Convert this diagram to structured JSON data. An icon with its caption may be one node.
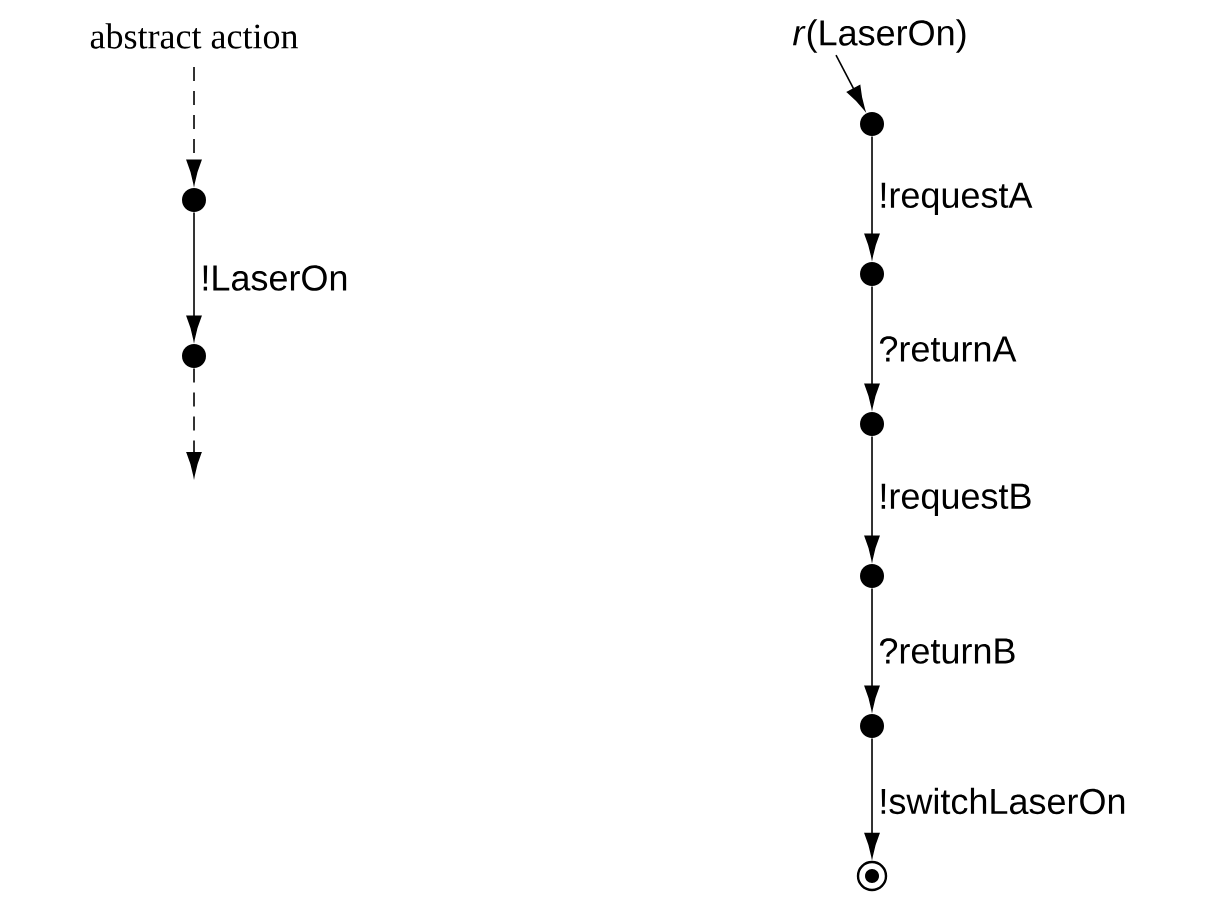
{
  "diagram": {
    "nodes": [
      {
        "text": [
          "abstract action"
        ]
      },
      {
        "text": [],
        "shape": "circle"
      },
      {
        "text": [],
        "shape": "circle"
      },
      {
        "text": [
          "*r*(LaserOn)"
        ]
      },
      {
        "text": [],
        "shape": "circle"
      },
      {
        "text": [],
        "shape": "circle"
      },
      {
        "text": [],
        "shape": "circle"
      },
      {
        "text": [],
        "shape": "circle"
      },
      {
        "text": [],
        "shape": "circle"
      },
      {
        "text": [],
        "shape": "bullseye"
      }
    ],
    "edges": [
      {
        "from": 0,
        "to": 1,
        "arrow": "to",
        "style": "dashed"
      },
      {
        "from": 1,
        "to": 2,
        "arrow": "to",
        "label": "!LaserOn"
      },
      {
        "from": 2,
        "to": null,
        "arrow": "to",
        "style": "dashed"
      },
      {
        "from": 3,
        "to": 4,
        "arrow": "to"
      },
      {
        "from": 4,
        "to": 5,
        "arrow": "to",
        "label": "!requestA"
      },
      {
        "from": 5,
        "to": 6,
        "arrow": "to",
        "label": "?returnA"
      },
      {
        "from": 6,
        "to": 7,
        "arrow": "to",
        "label": "!requestB"
      },
      {
        "from": 7,
        "to": 8,
        "arrow": "to",
        "label": "?returnB"
      },
      {
        "from": 8,
        "to": 9,
        "arrow": "to",
        "label": "!switchLaserOn"
      }
    ]
  }
}
